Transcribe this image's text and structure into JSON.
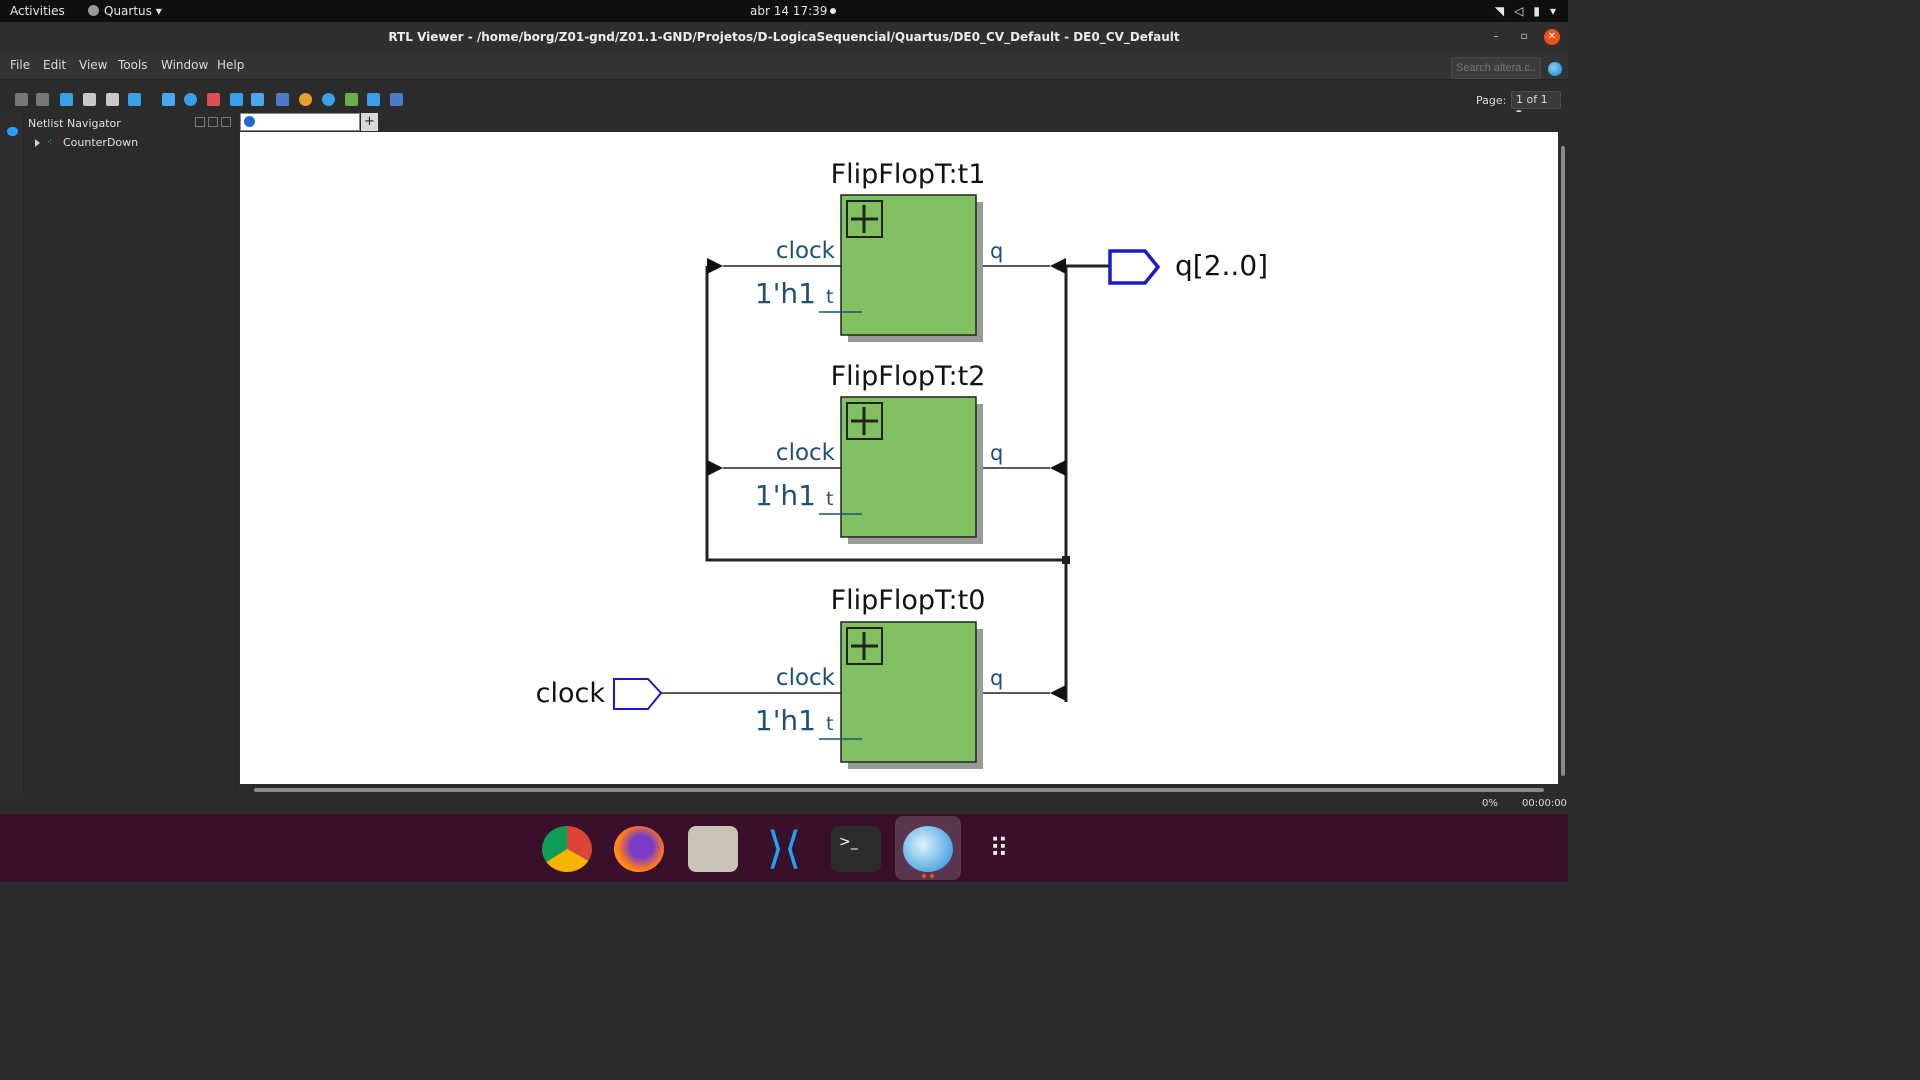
{
  "topbar": {
    "activities": "Activities",
    "app_name": "Quartus",
    "datetime": "abr 14  17:39"
  },
  "window": {
    "title": "RTL Viewer - /home/borg/Z01-gnd/Z01.1-GND/Projetos/D-LogicaSequencial/Quartus/DE0_CV_Default - DE0_CV_Default"
  },
  "menu": [
    "File",
    "Edit",
    "View",
    "Tools",
    "Window",
    "Help"
  ],
  "search": {
    "placeholder": "Search altera.c..."
  },
  "toolbar": {
    "page_label": "Page:",
    "page_value": "1 of 1"
  },
  "netlist_navigator": {
    "title": "Netlist Navigator",
    "items": [
      "CounterDown"
    ]
  },
  "schematic": {
    "blocks": [
      {
        "title": "FlipFlopT:t1",
        "in_clock": "clock",
        "in_t": "t",
        "const": "1'h1",
        "out": "q"
      },
      {
        "title": "FlipFlopT:t2",
        "in_clock": "clock",
        "in_t": "t",
        "const": "1'h1",
        "out": "q"
      },
      {
        "title": "FlipFlopT:t0",
        "in_clock": "clock",
        "in_t": "t",
        "const": "1'h1",
        "out": "q"
      }
    ],
    "input_port": "clock",
    "output_port": "q[2..0]",
    "colors": {
      "block_fill": "#82c161",
      "port": "#1a1acc",
      "pin_text": "#1f4f7a"
    }
  },
  "status": {
    "progress": "0%",
    "elapsed": "00:00:00"
  },
  "dock": [
    "chrome-icon",
    "firefox-icon",
    "files-icon",
    "vscode-icon",
    "terminal-icon",
    "quartus-icon",
    "app-grid-icon"
  ]
}
